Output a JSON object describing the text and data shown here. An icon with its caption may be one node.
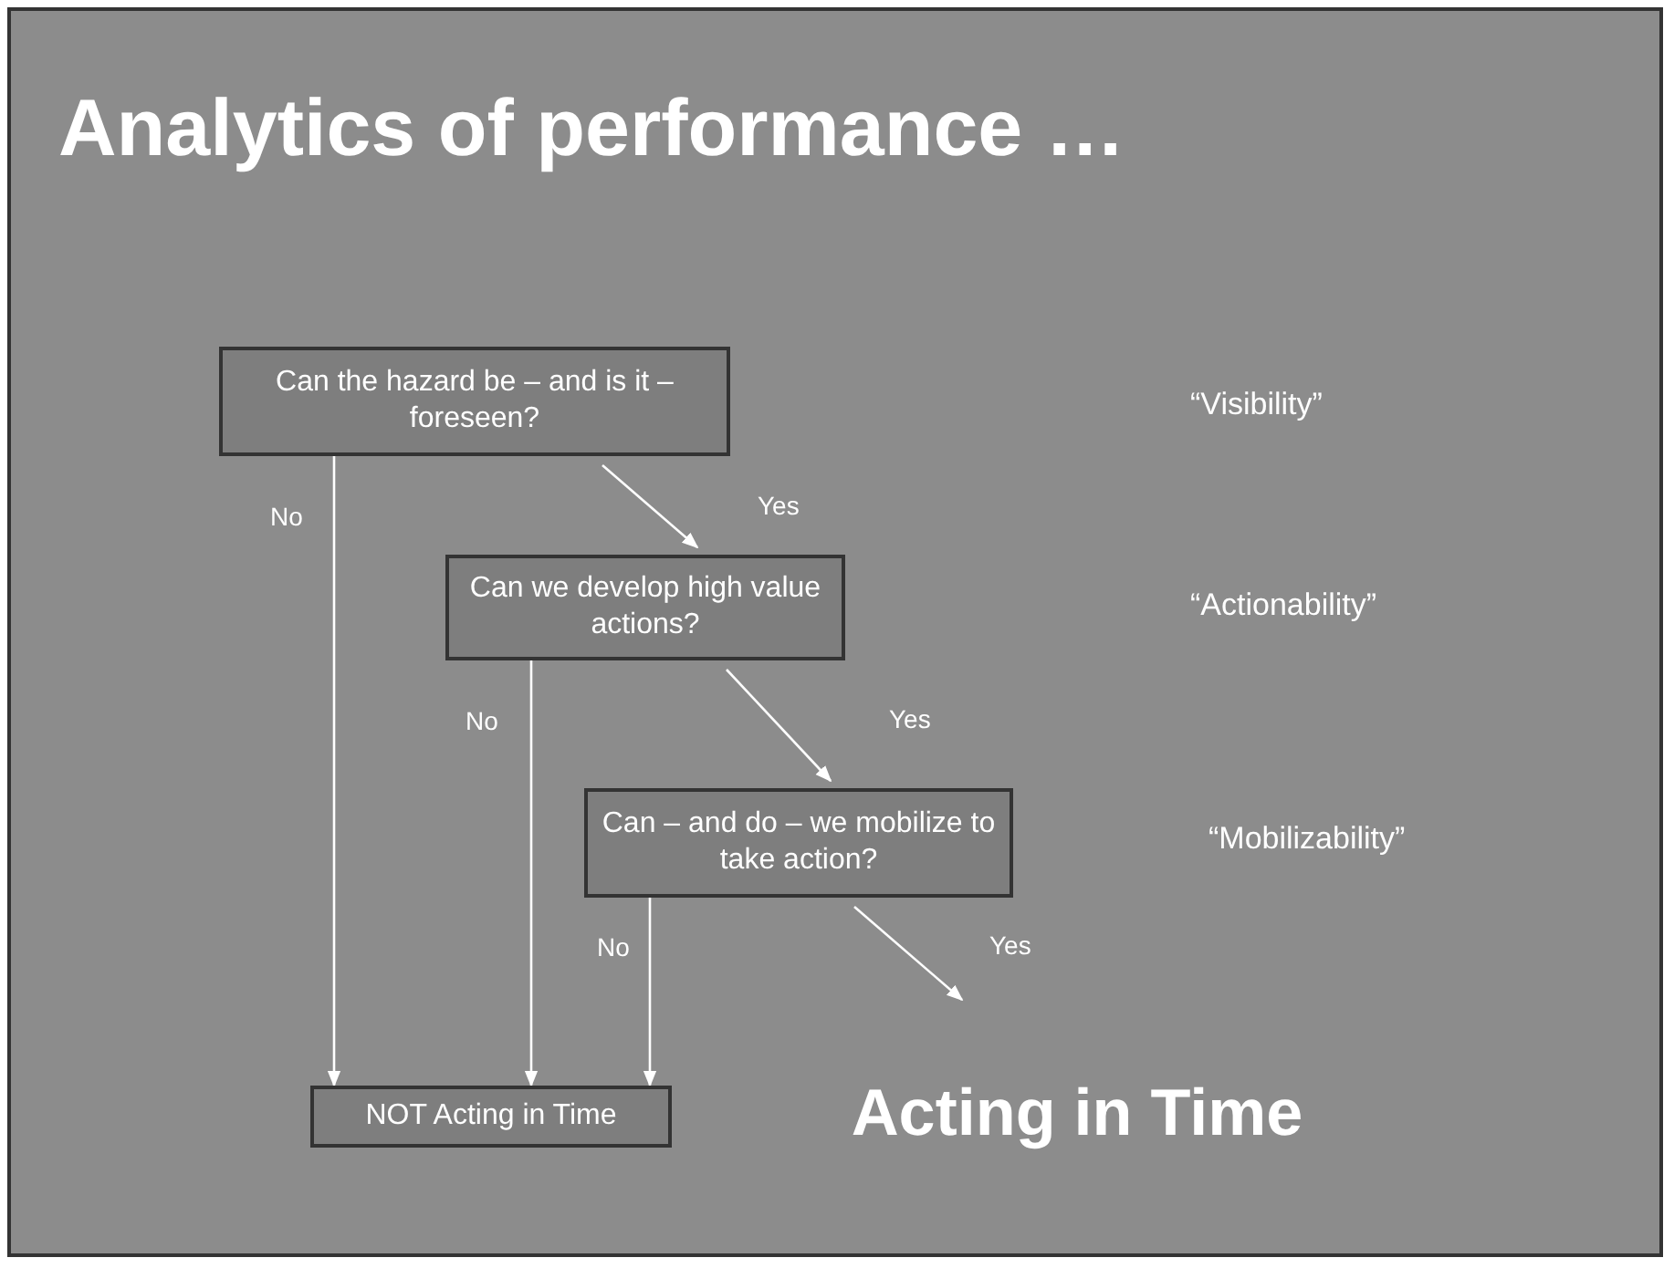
{
  "diagram": {
    "title": "Analytics of performance …",
    "nodes": [
      {
        "text": [
          "Can the hazard be – and is it – foreseen?"
        ]
      },
      {
        "text": [
          "Can we develop high value actions?"
        ]
      },
      {
        "text": [
          "Can – and do – we mobilize to take action?"
        ]
      },
      {
        "text": [
          "NOT Acting in Time"
        ]
      },
      {
        "text": [
          "Acting in Time"
        ]
      }
    ],
    "edges": [
      {
        "from": 0,
        "to": 3,
        "arrow": "to",
        "label": "No"
      },
      {
        "from": 0,
        "to": 1,
        "arrow": "to",
        "label": "Yes"
      },
      {
        "from": 1,
        "to": 3,
        "arrow": "to",
        "label": "No"
      },
      {
        "from": 1,
        "to": 2,
        "arrow": "to",
        "label": "Yes"
      },
      {
        "from": 2,
        "to": 3,
        "arrow": "to",
        "label": "No"
      },
      {
        "from": 2,
        "to": 4,
        "arrow": "to",
        "label": "Yes"
      }
    ],
    "labels": [
      "“Visibility”",
      "“Actionability”",
      "“Mobilizability”"
    ]
  }
}
